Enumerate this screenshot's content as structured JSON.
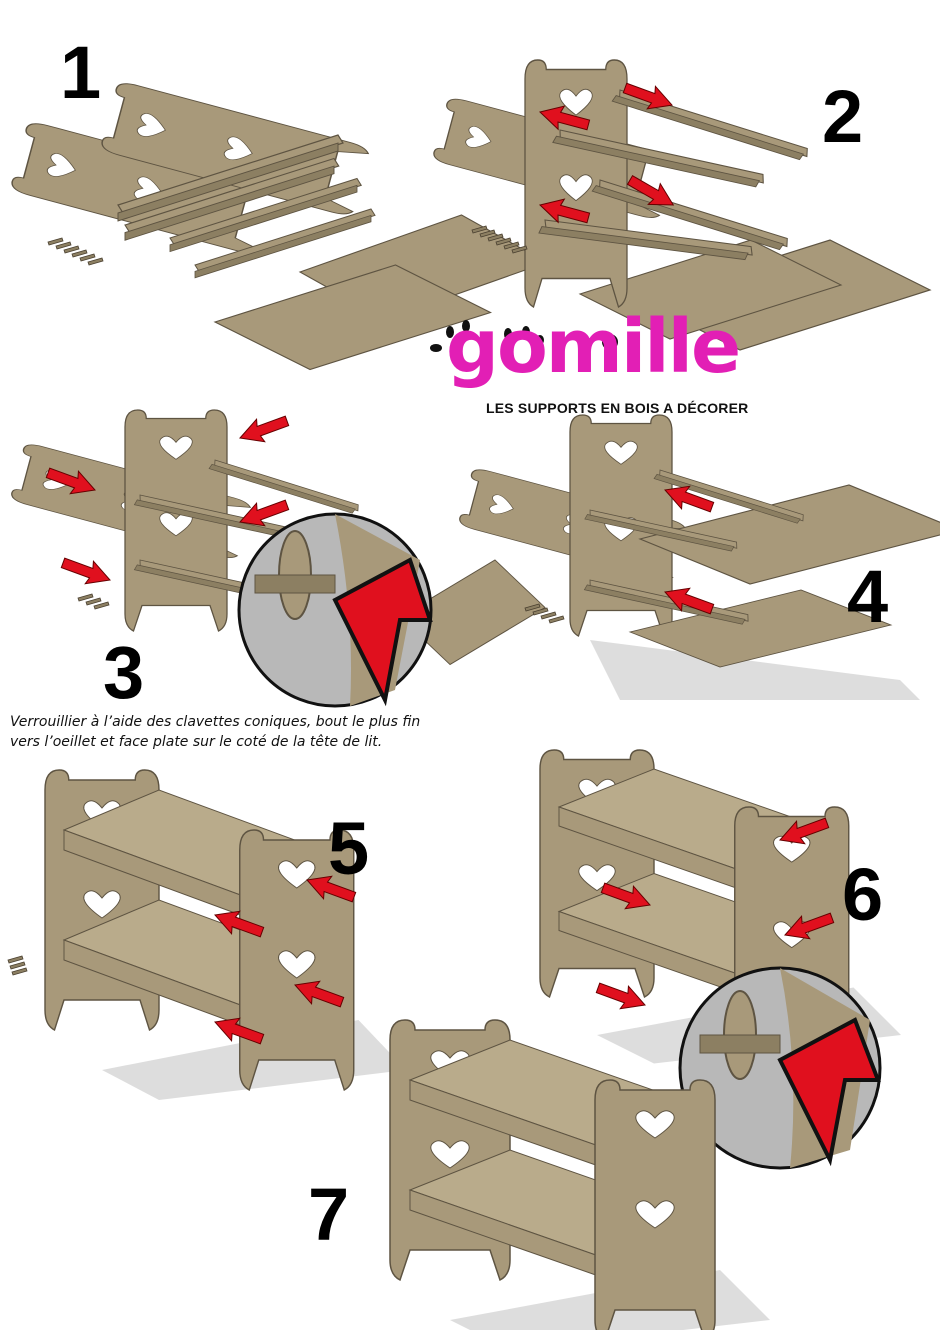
{
  "steps": [
    {
      "number": "1"
    },
    {
      "number": "2"
    },
    {
      "number": "3"
    },
    {
      "number": "4"
    },
    {
      "number": "5"
    },
    {
      "number": "6"
    },
    {
      "number": "7"
    }
  ],
  "logo": {
    "brand": "gomille",
    "tagline": "LES SUPPORTS EN BOIS A DÉCORER"
  },
  "caption": {
    "line1": "Verrouillier à l’aide des clavettes coniques, bout le plus fin",
    "line2": "vers l’oeillet et face plate sur le coté de la tête de lit."
  },
  "colors": {
    "wood": "#a8997a",
    "wood_edge": "#5e5442",
    "arrow": "#e0101e",
    "brand": "#e21fb5"
  }
}
